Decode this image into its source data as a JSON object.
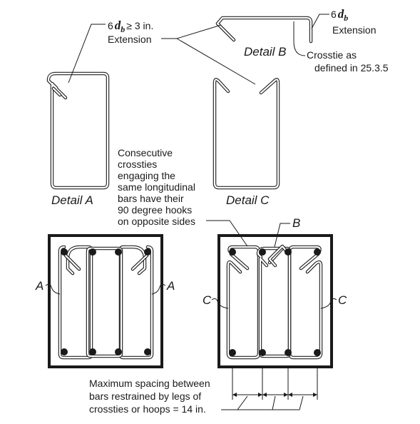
{
  "labels": {
    "ext_a_part1": "6",
    "ext_a_db": "d",
    "ext_a_sub": "b",
    "ext_a_part2": "≥ 3 in.",
    "ext_a_line2": "Extension",
    "ext_b_part1": "6",
    "ext_b_db": "d",
    "ext_b_sub": "b",
    "ext_b_line2": "Extension",
    "detail_a": "Detail A",
    "detail_b": "Detail B",
    "detail_c": "Detail C",
    "crosstie_line1": "Crosstie as",
    "crosstie_line2": "defined in 25.3.5",
    "consecutive_lines": [
      "Consecutive",
      "crossties",
      "engaging the",
      "same longitudinal",
      "bars have their",
      "90 degree hooks",
      "on opposite sides"
    ],
    "callout_a_left": "A",
    "callout_a_right": "A",
    "callout_b": "B",
    "callout_c_left": "C",
    "callout_c_right": "C",
    "spacing_lines": [
      "Maximum spacing between",
      "bars restrained by legs of",
      "crossties or hoops = 14 in."
    ]
  }
}
